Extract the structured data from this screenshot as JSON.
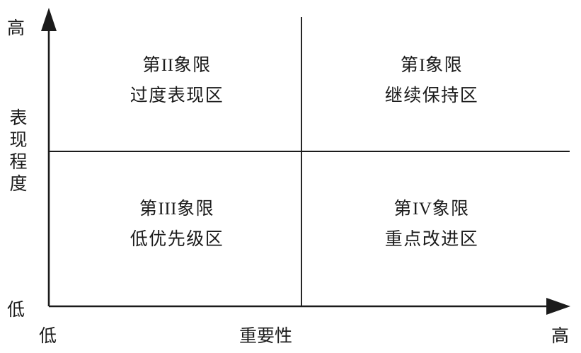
{
  "diagram": {
    "type": "importance-performance-analysis-matrix",
    "axes": {
      "x": {
        "title": "重要性",
        "min_label": "低",
        "max_label": "高"
      },
      "y": {
        "title": "表现程度",
        "title_chars": [
          "表",
          "现",
          "程",
          "度"
        ],
        "min_label": "低",
        "max_label": "高"
      }
    },
    "quadrants": [
      {
        "id": "quadrant-2",
        "position": "top-left",
        "title_prefix": "第",
        "numeral": "II",
        "title_suffix": "象限",
        "name": "过度表现区"
      },
      {
        "id": "quadrant-1",
        "position": "top-right",
        "title_prefix": "第",
        "numeral": "I",
        "title_suffix": "象限",
        "name": "继续保持区"
      },
      {
        "id": "quadrant-3",
        "position": "bottom-left",
        "title_prefix": "第",
        "numeral": "III",
        "title_suffix": "象限",
        "name": "低优先级区"
      },
      {
        "id": "quadrant-4",
        "position": "bottom-right",
        "title_prefix": "第",
        "numeral": "IV",
        "title_suffix": "象限",
        "name": "重点改进区"
      }
    ],
    "colors": {
      "background": "#ffffff",
      "line": "#1b1b1b",
      "text": "#1b1b1b"
    }
  }
}
